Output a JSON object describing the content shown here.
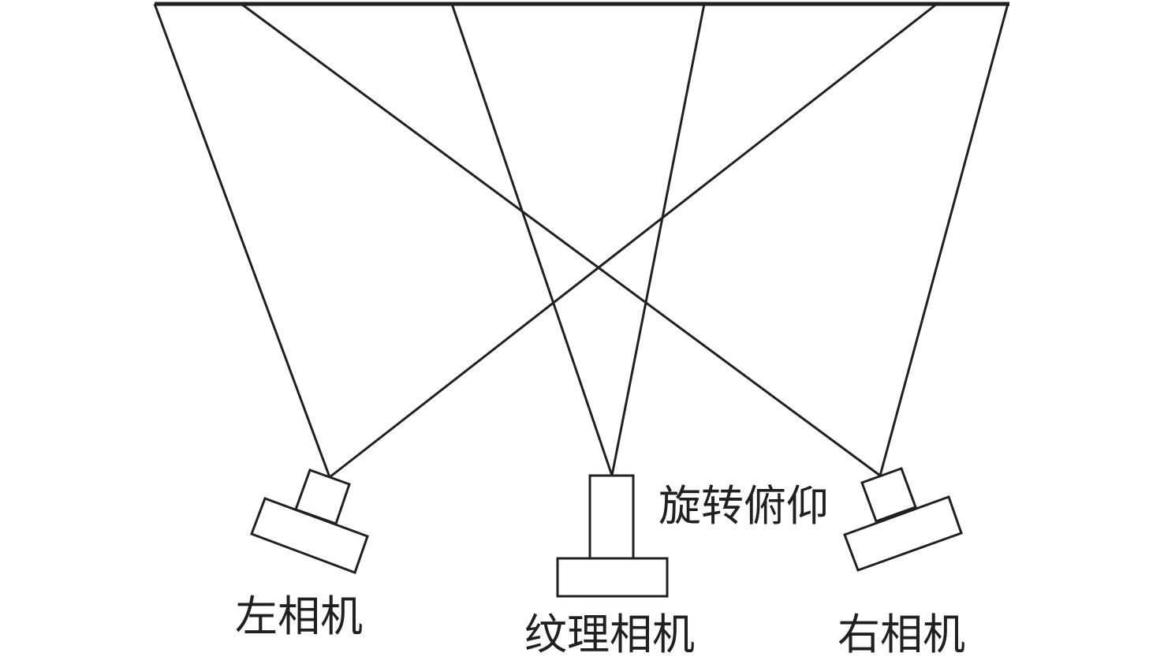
{
  "labels": {
    "left_camera": "左相机",
    "texture_camera": "纹理相机",
    "right_camera": "右相机",
    "rotate_tilt": "旋转俯仰"
  },
  "colors": {
    "stroke": "#231f20",
    "background": "#ffffff"
  }
}
